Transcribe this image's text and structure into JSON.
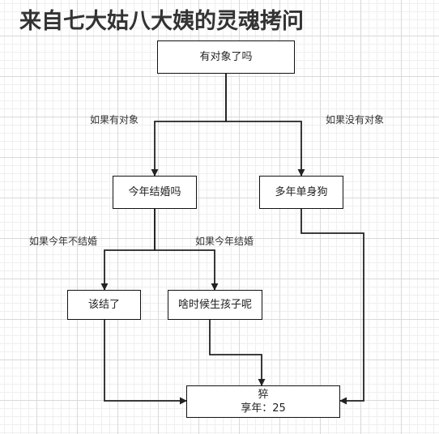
{
  "title": "来自七大姑八大姨的灵魂拷问",
  "nodes": {
    "root": "有对象了吗",
    "marry_q": "今年结婚吗",
    "single": "多年单身狗",
    "should_marry": "该结了",
    "when_kids": "啥时候生孩子呢",
    "dead_1": "猝",
    "dead_2": "享年：25"
  },
  "edges": {
    "has_partner": "如果有对象",
    "no_partner": "如果没有对象",
    "not_this_year": "如果今年不结婚",
    "this_year": "如果今年结婚"
  }
}
